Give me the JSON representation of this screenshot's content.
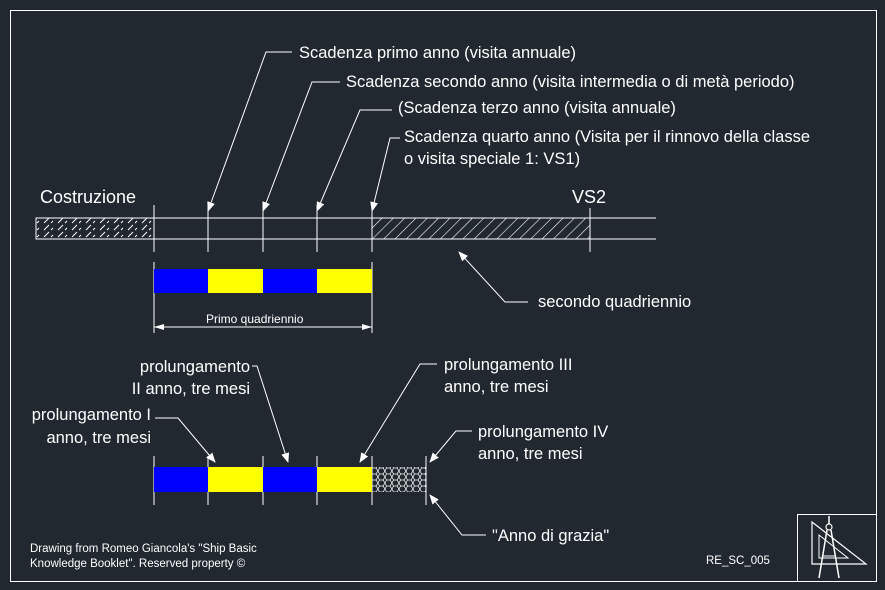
{
  "colors": {
    "background": "#212830",
    "line": "#ffffff",
    "blue": "#0000ff",
    "yellow": "#ffff00"
  },
  "labels": {
    "costruzione": "Costruzione",
    "vs2": "VS2",
    "scadenza_1": "Scadenza primo anno (visita annuale)",
    "scadenza_2": "Scadenza secondo anno (visita intermedia o di metà periodo)",
    "scadenza_3": "(Scadenza terzo anno (visita annuale)",
    "scadenza_4_line1": "Scadenza quarto anno (Visita per il rinnovo della classe",
    "scadenza_4_line2": "o visita speciale 1: VS1)",
    "secondo_quadriennio": "secondo quadriennio",
    "primo_quadriennio": "Primo quadriennio",
    "prolung_1_line1": "prolungamento I",
    "prolung_1_line2": "anno, tre mesi",
    "prolung_2_line1": "prolungamento",
    "prolung_2_line2": "II anno, tre mesi",
    "prolung_3_line1": "prolungamento III",
    "prolung_3_line2": "anno, tre mesi",
    "prolung_4_line1": "prolungamento IV",
    "prolung_4_line2": "anno, tre mesi",
    "anno_di_grazia": "\"Anno di grazia\"",
    "credit_line1": "Drawing from Romeo Giancola's \"Ship Basic",
    "credit_line2": "Knowledge Booklet\". Reserved property ©",
    "drawing_code": "RE_SC_005"
  },
  "icons": {
    "logo": "drafting-compass-triangle-icon"
  }
}
